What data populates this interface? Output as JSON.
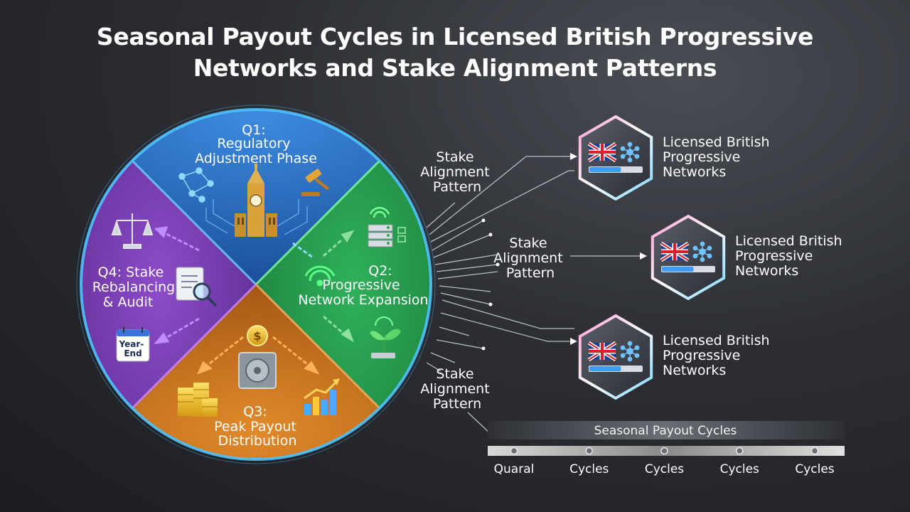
{
  "title": {
    "line1": "Seasonal Payout Cycles in Licensed British Progressive",
    "line2": "Networks and Stake Alignment Patterns"
  },
  "quadrants": {
    "q1": {
      "line1": "Q1:",
      "line2": "Regulatory",
      "line3": "Adjustment Phase",
      "color": "#2a6fc9"
    },
    "q2": {
      "line1": "Q2:",
      "line2": "Progressive",
      "line3": "Network Expansion",
      "color": "#2fa64a"
    },
    "q3": {
      "line1": "Q3:",
      "line2": "Peak Payout",
      "line3": "Distribution",
      "color": "#d67a1e"
    },
    "q4": {
      "line1": "Q4: Stake",
      "line2": "Rebalancing",
      "line3": "& Audit",
      "color": "#7b3fb5"
    }
  },
  "calendar": {
    "line1": "Year-",
    "line2": "End"
  },
  "stake_labels": [
    {
      "line1": "Stake",
      "line2": "Alignment",
      "line3": "Pattern"
    },
    {
      "line1": "Stake",
      "line2": "Alignment",
      "line3": "Pattern"
    },
    {
      "line1": "Stake",
      "line2": "Alignment",
      "line3": "Pattern"
    }
  ],
  "networks": [
    {
      "line1": "Licensed British",
      "line2": "Progressive",
      "line3": "Networks",
      "progress": 0.6
    },
    {
      "line1": "Licensed British",
      "line2": "Progressive",
      "line3": "Networks",
      "progress": 0.6
    },
    {
      "line1": "Licensed British",
      "line2": "Progressive",
      "line3": "Networks",
      "progress": 0.6
    }
  ],
  "timeline": {
    "title": "Seasonal Payout Cycles",
    "labels": [
      "Quaral",
      "Cycles",
      "Cycles",
      "Cycles",
      "Cycles"
    ]
  },
  "icons": {
    "q1": [
      "network-icon",
      "big-ben-icon",
      "gavel-icon"
    ],
    "q2": [
      "wifi-icon",
      "server-icon",
      "signal-icon",
      "plant-icon"
    ],
    "q3": [
      "dollar-coin-icon",
      "vault-icon",
      "coin-stack-icon",
      "bar-chart-icon"
    ],
    "q4": [
      "scales-icon",
      "document-search-icon",
      "calendar-icon"
    ],
    "network": [
      "uk-flag-icon",
      "hub-icon"
    ]
  }
}
